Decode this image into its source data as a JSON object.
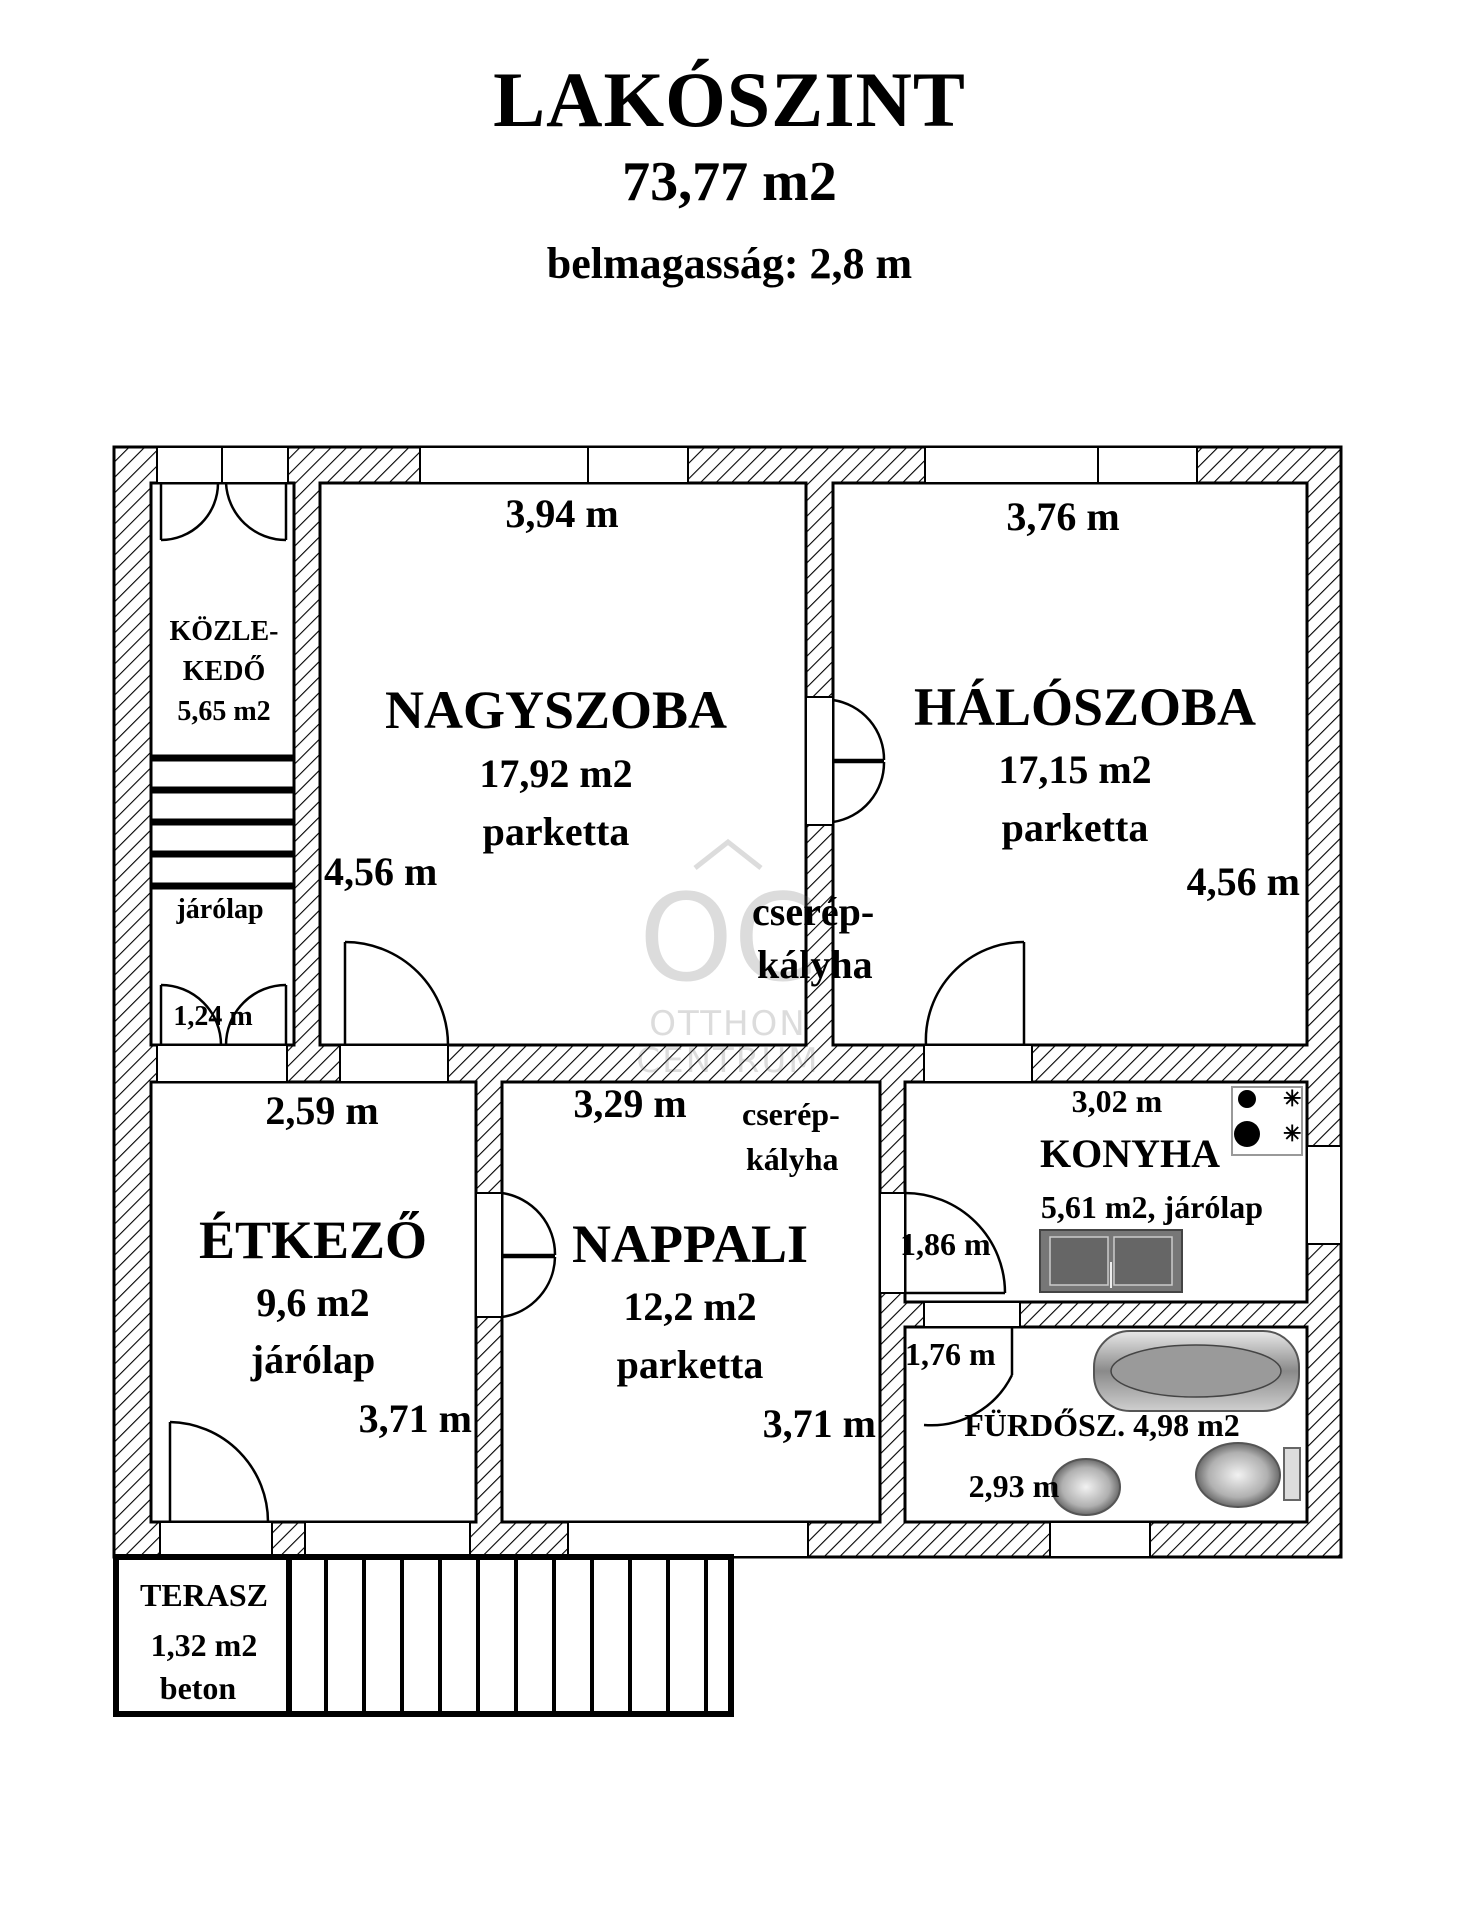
{
  "header": {
    "title": "LAKÓSZINT",
    "area": "73,77 m2",
    "ceiling_height": "belmagasság: 2,8 m"
  },
  "rooms": {
    "kozlekedo": {
      "name_line1": "KÖZLE-",
      "name_line2": "KEDŐ",
      "area": "5,65 m2",
      "floor": "járólap",
      "dim": "1,24 m"
    },
    "nagyszoba": {
      "name": "NAGYSZOBA",
      "area": "17,92 m2",
      "floor": "parketta",
      "dim_top": "3,94 m",
      "dim_side": "4,56 m"
    },
    "haloszoba": {
      "name": "HÁLÓSZOBA",
      "area": "17,15 m2",
      "floor": "parketta",
      "dim_top": "3,76 m",
      "dim_side": "4,56 m"
    },
    "etkezo": {
      "name": "ÉTKEZŐ",
      "area": "9,6 m2",
      "floor": "járólap",
      "dim_top": "2,59 m",
      "dim_side": "3,71 m"
    },
    "nappali": {
      "name": "NAPPALI",
      "area": "12,2 m2",
      "floor": "parketta",
      "dim_top": "3,29 m",
      "dim_side": "3,71 m"
    },
    "konyha": {
      "name": "KONYHA",
      "area_floor": "5,61 m2, járólap",
      "dim_top": "3,02 m",
      "dim_side": "1,86 m"
    },
    "furdo": {
      "name_area": "FÜRDŐSZ. 4,98 m2",
      "dim_side": "1,76 m",
      "dim_bottom": "2,93 m"
    },
    "terasz": {
      "name": "TERASZ",
      "area": "1,32 m2",
      "floor": "beton"
    }
  },
  "stoves": {
    "upper_line1": "cserép-",
    "upper_line2": "kályha",
    "lower_line1": "cserép-",
    "lower_line2": "kályha"
  },
  "watermark": {
    "logo": "OC",
    "line1": "OTTHON",
    "line2": "CENTRUM"
  }
}
